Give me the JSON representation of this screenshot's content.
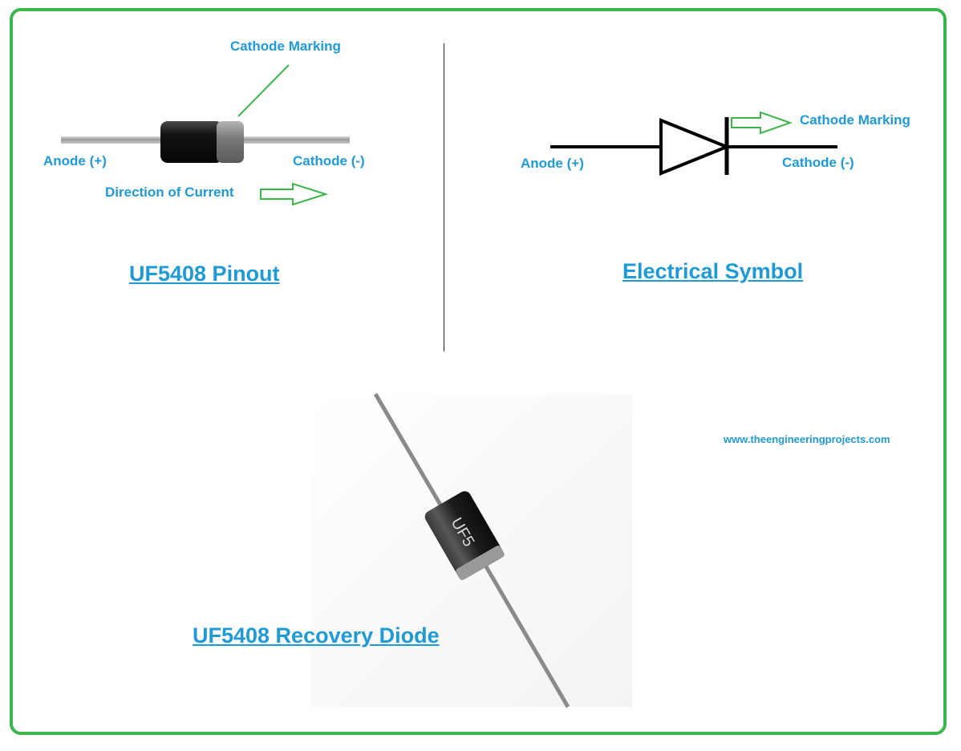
{
  "colors": {
    "label": "#1e9ad6",
    "frame": "#3cb54a",
    "arrow": "#3cb54a"
  },
  "pinout": {
    "cathode_marking": "Cathode Marking",
    "anode": "Anode (+)",
    "cathode": "Cathode (-)",
    "direction": "Direction of Current",
    "title": "UF5408 Pinout"
  },
  "symbol": {
    "cathode_marking": "Cathode Marking",
    "anode": "Anode (+)",
    "cathode": "Cathode (-)",
    "title": "Electrical Symbol"
  },
  "photo": {
    "body_text": "UF5",
    "title": "UF5408 Recovery Diode"
  },
  "website": "www.theengineeringprojects.com",
  "icons": [
    "green-outline-arrow-icon",
    "diode-symbol-icon"
  ]
}
